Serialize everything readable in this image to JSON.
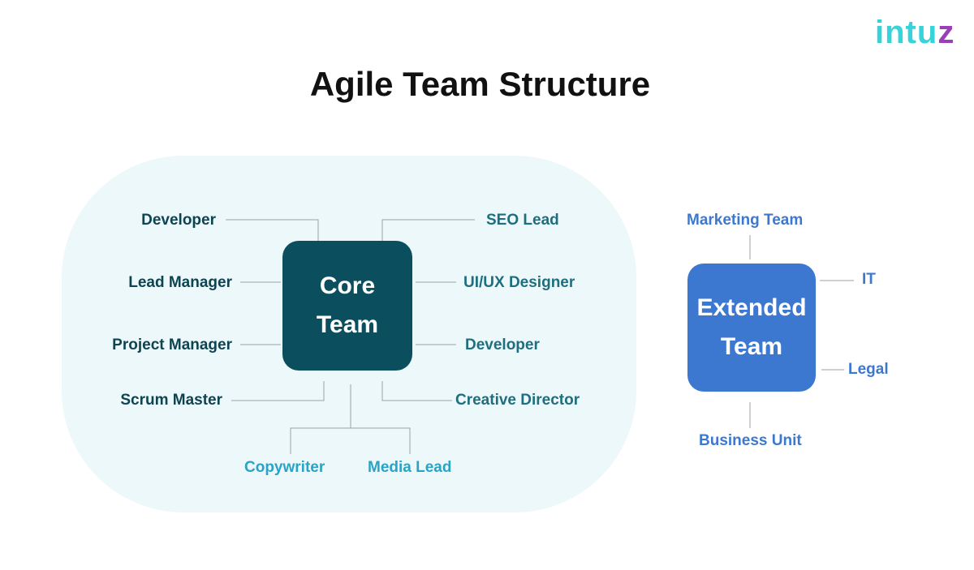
{
  "logo": {
    "main": "intu",
    "accent": "z"
  },
  "title": "Agile Team Structure",
  "core_team": {
    "box_line1": "Core",
    "box_line2": "Team",
    "left_roles": [
      "Developer",
      "Lead Manager",
      "Project Manager",
      "Scrum Master"
    ],
    "right_roles": [
      "SEO Lead",
      "UI/UX Designer",
      "Developer",
      "Creative Director"
    ],
    "bottom_roles": [
      "Copywriter",
      "Media Lead"
    ]
  },
  "extended_team": {
    "box_line1": "Extended",
    "box_line2": "Team",
    "top": "Marketing Team",
    "right_top": "IT",
    "right_bottom": "Legal",
    "bottom": "Business Unit"
  },
  "colors": {
    "core_box": "#0b4f5f",
    "extended_box": "#3d78d0",
    "panel": "#edf8fa",
    "logo": "#37d3db",
    "logo_accent": "#9a3fb8"
  }
}
